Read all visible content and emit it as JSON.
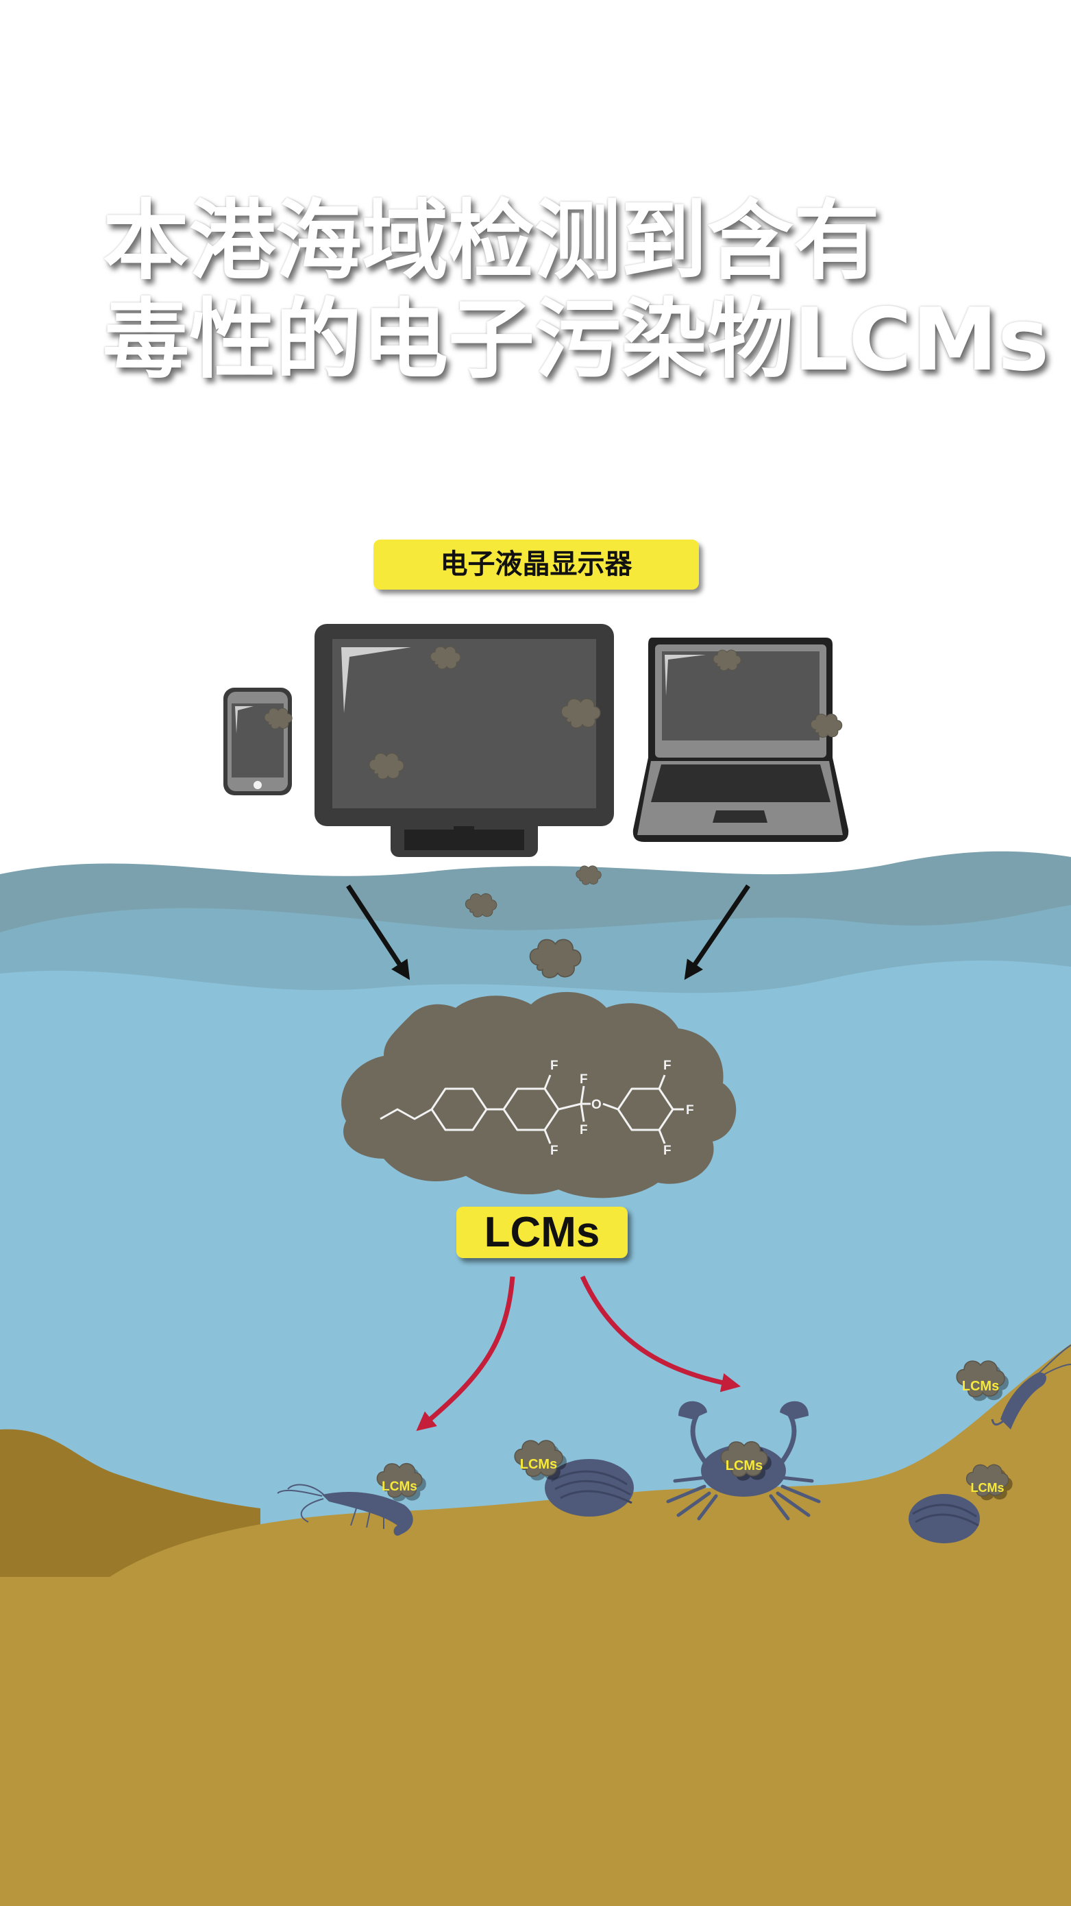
{
  "headline": {
    "line1": "本港海域检测到含有",
    "line2": "毒性的电子污染物LCMs"
  },
  "source_label": "电子液晶显示器",
  "pollutant_label": "LCMs",
  "molecule": {
    "atom_fluorine": "F",
    "atom_oxygen": "O"
  },
  "creature_badge": "LCMs",
  "colors": {
    "background": "#ffffff",
    "title_text": "#ffffff",
    "label_yellow": "#f7e93a",
    "sky_wave": "#7aa1ad",
    "water": "#8bc1d9",
    "seabed": "#b8963d",
    "seabed_dark": "#9a7a2a",
    "pollutant_cloud": "#706a5d",
    "screen_gray": "#555555",
    "device_frame": "#3b3b3b",
    "creature": "#4f5a7a",
    "transfer_arrow": "#c41e3a",
    "input_arrow": "#111111"
  }
}
